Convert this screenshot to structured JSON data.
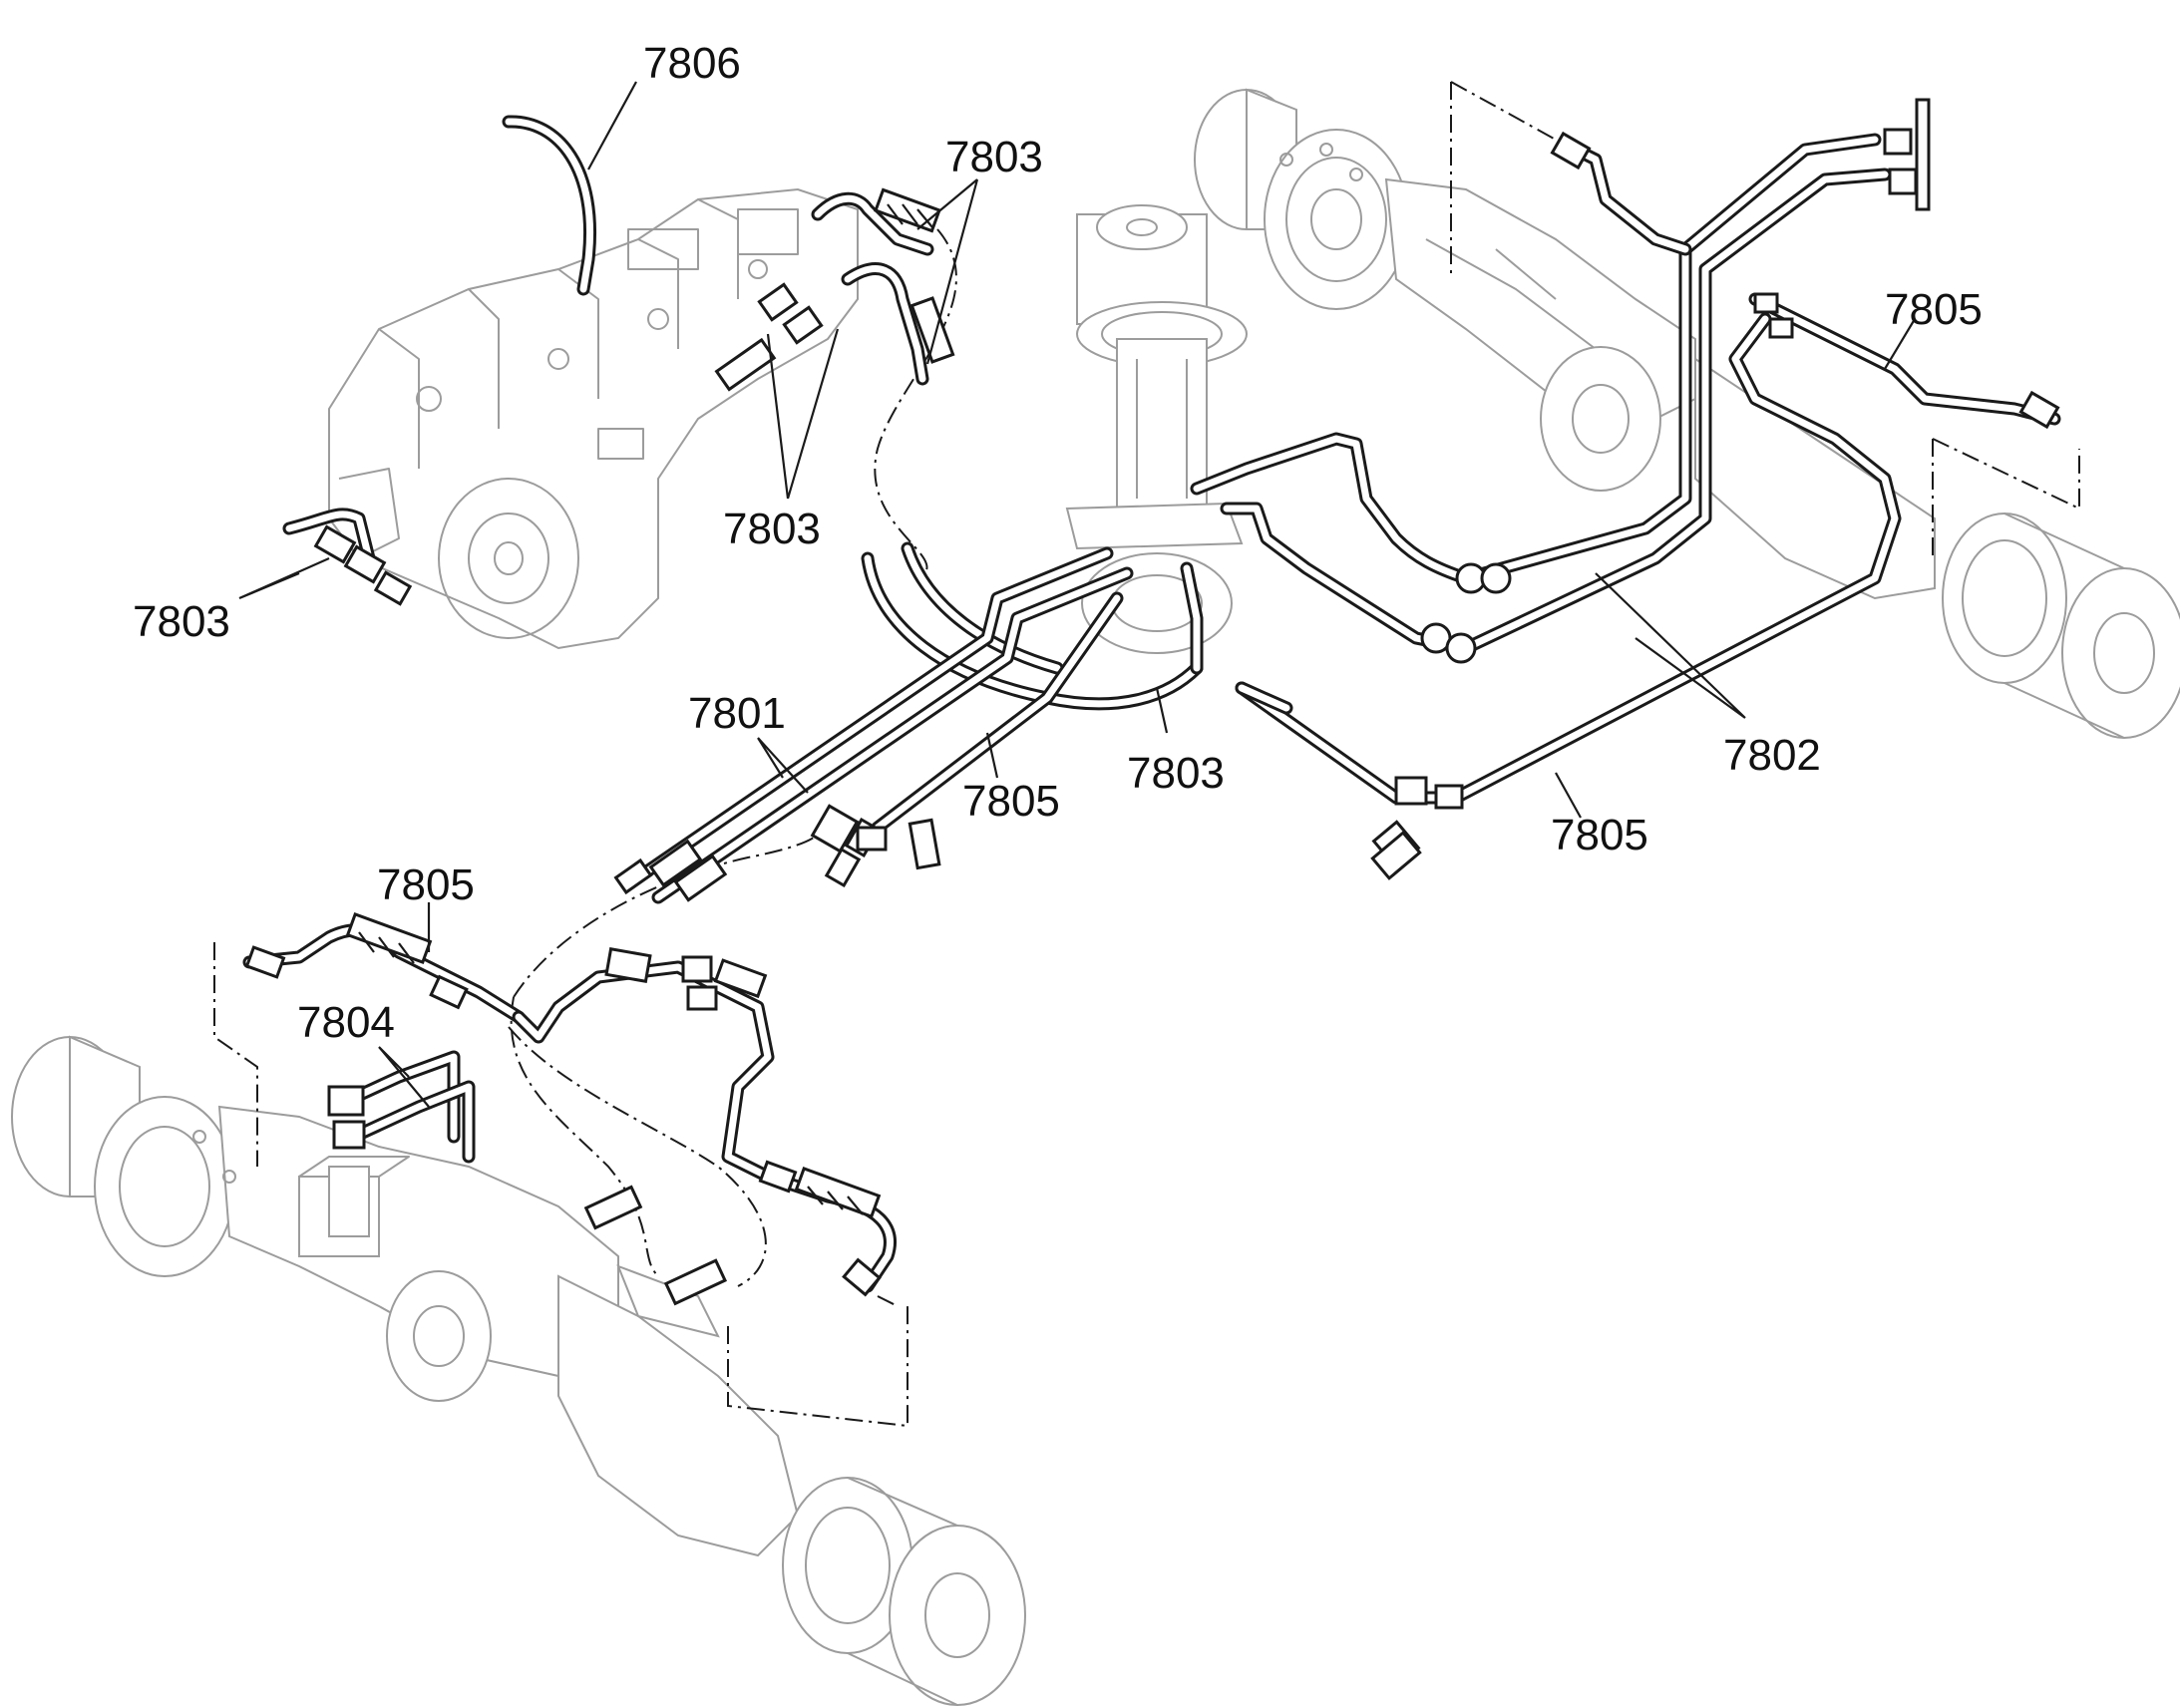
{
  "diagram": {
    "part_labels": [
      {
        "id": "label-7806",
        "text": "7806"
      },
      {
        "id": "label-7803-top",
        "text": "7803"
      },
      {
        "id": "label-7803-mid",
        "text": "7803"
      },
      {
        "id": "label-7803-left",
        "text": "7803"
      },
      {
        "id": "label-7803-center",
        "text": "7803"
      },
      {
        "id": "label-7801",
        "text": "7801"
      },
      {
        "id": "label-7805-center",
        "text": "7805"
      },
      {
        "id": "label-7805-right-top",
        "text": "7805"
      },
      {
        "id": "label-7805-right-bottom",
        "text": "7805"
      },
      {
        "id": "label-7805-left",
        "text": "7805"
      },
      {
        "id": "label-7802",
        "text": "7802"
      },
      {
        "id": "label-7804",
        "text": "7804"
      }
    ]
  }
}
